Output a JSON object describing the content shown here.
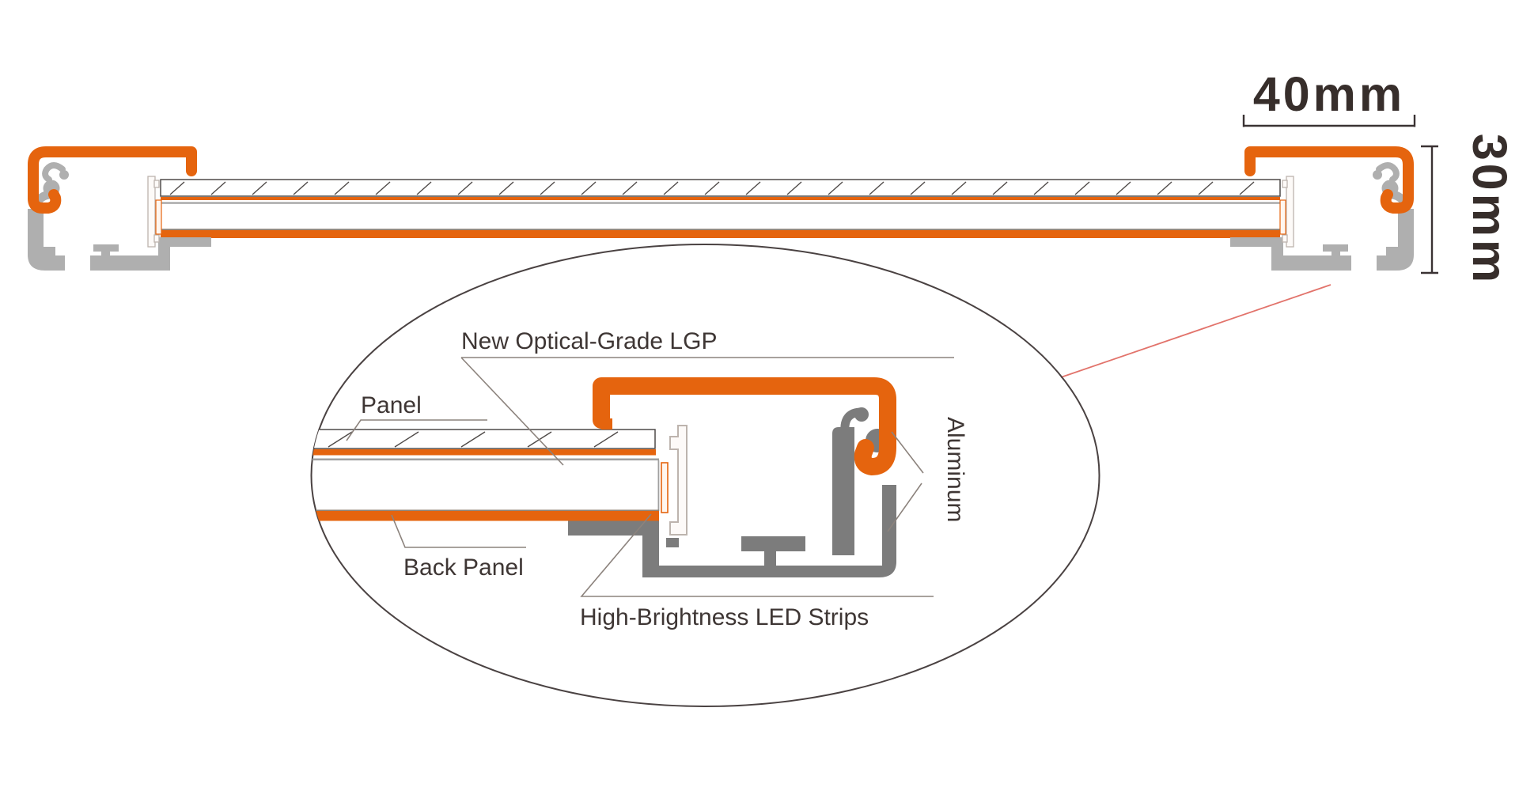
{
  "diagram": {
    "type": "technical-cross-section",
    "subject": "Slim LED light box frame profile with magnified corner detail"
  },
  "dimensions": {
    "width_label": "40mm",
    "height_label": "30mm"
  },
  "detail_labels": {
    "lgp": "New Optical-Grade LGP",
    "panel": "Panel",
    "back_panel": "Back Panel",
    "led_strips": "High-Brightness LED Strips",
    "aluminum": "Aluminum"
  },
  "colors": {
    "accent_orange": "#E5640E",
    "frame_aluminum_gray": "#AFAFAF",
    "detail_aluminum_gray": "#7C7C7C",
    "text_dark": "#3A3233",
    "leader_line_gray": "#8C837D",
    "callout_red": "#E2736B",
    "background": "#FFFFFF"
  }
}
